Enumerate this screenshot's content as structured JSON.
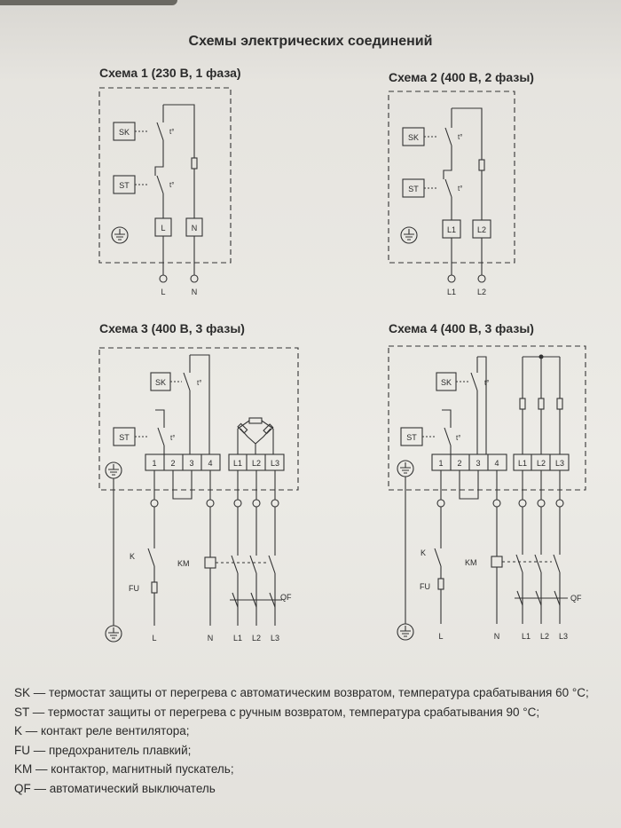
{
  "page_title": "Схемы электрических соединений",
  "diagrams": [
    {
      "title": "Схема 1 (230 В, 1 фаза)",
      "sk": "SK",
      "st": "ST",
      "t1": "t°",
      "t2": "t°",
      "term_a": "L",
      "term_b": "N",
      "out_a": "L",
      "out_b": "N"
    },
    {
      "title": "Схема 2 (400 В, 2 фазы)",
      "sk": "SK",
      "st": "ST",
      "t1": "t°",
      "t2": "t°",
      "term_a": "L1",
      "term_b": "L2",
      "out_a": "L1",
      "out_b": "L2"
    },
    {
      "title": "Схема 3 (400 В, 3 фазы)",
      "sk": "SK",
      "st": "ST",
      "t1": "t°",
      "t2": "t°",
      "terminals": [
        "1",
        "2",
        "3",
        "4",
        "L1",
        "L2",
        "L3"
      ],
      "k": "K",
      "km": "KM",
      "fu": "FU",
      "qf": "QF",
      "outputs": [
        "L",
        "N",
        "L1",
        "L2",
        "L3"
      ]
    },
    {
      "title": "Схема 4 (400 В, 3 фазы)",
      "sk": "SK",
      "st": "ST",
      "t1": "t°",
      "t2": "t°",
      "terminals": [
        "1",
        "2",
        "3",
        "4",
        "L1",
        "L2",
        "L3"
      ],
      "k": "K",
      "km": "KM",
      "fu": "FU",
      "qf": "QF",
      "outputs": [
        "L",
        "N",
        "L1",
        "L2",
        "L3"
      ]
    }
  ],
  "legend": [
    {
      "code": "SK",
      "text": " — термостат защиты от перегрева с автоматическим возвратом, температура срабатывания 60 °C;"
    },
    {
      "code": "ST",
      "text": " — термостат защиты от перегрева с ручным возвратом, температура срабатывания 90 °C;"
    },
    {
      "code": "K",
      "text": " — контакт реле вентилятора;"
    },
    {
      "code": "FU",
      "text": " — предохранитель плавкий;"
    },
    {
      "code": "KM",
      "text": " — контактор, магнитный пускатель;"
    },
    {
      "code": "QF",
      "text": " — автоматический выключатель"
    }
  ]
}
